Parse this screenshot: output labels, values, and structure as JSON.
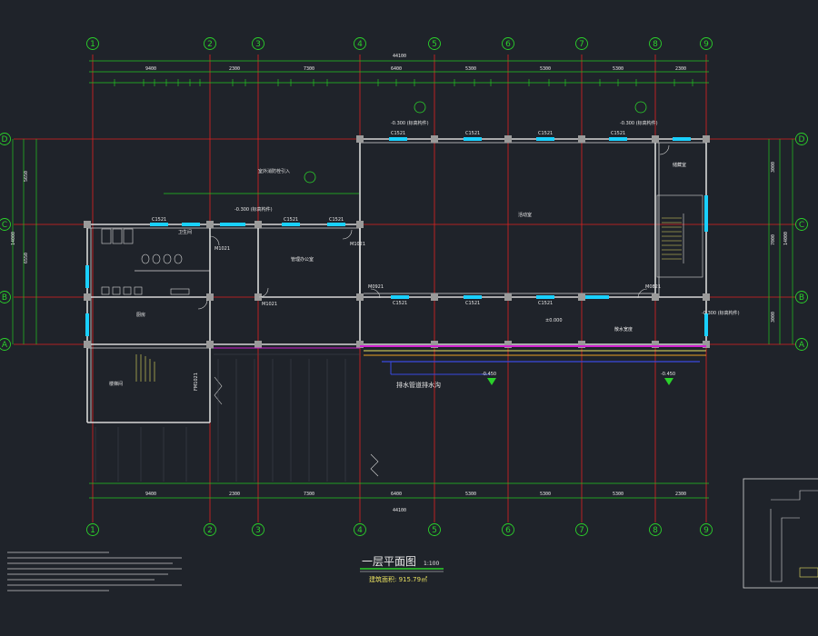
{
  "axes_x": [
    "1",
    "2",
    "3",
    "4",
    "5",
    "6",
    "7",
    "8",
    "9"
  ],
  "axes_y": [
    "D",
    "C",
    "B",
    "A"
  ],
  "total_width_label": "44100",
  "top_dims": [
    "9400",
    "2300",
    "7300",
    "6400",
    "5300",
    "5300",
    "5300",
    "2300"
  ],
  "bottom_dims": [
    "9400",
    "2300",
    "7300",
    "6400",
    "5300",
    "5300",
    "5300",
    "2300"
  ],
  "left_dims": [
    "5650",
    "14000",
    "6550"
  ],
  "right_dims": [
    "3000",
    "7000",
    "3000",
    "14000"
  ],
  "window_codes": [
    "C1521",
    "C1521",
    "C1521",
    "C1521",
    "C1521",
    "C1521",
    "C1521",
    "C1521",
    "C1521",
    "C1521"
  ],
  "door_codes": [
    "M1021",
    "M1021",
    "M1021",
    "M0921",
    "M0821",
    "FM1021"
  ],
  "elevations": [
    "-0.300 (标高构件)",
    "-0.300 (标高构件)",
    "-0.300 (标高构件)",
    "-0.300 (标高构件)",
    "±0.000",
    "-0.450",
    "-0.450"
  ],
  "room_labels": [
    "卫生间",
    "活动室",
    "储藏室",
    "管理办公室",
    "厨房",
    "楼梯间"
  ],
  "notes": [
    "室外消防栓引入",
    "散水宽度",
    "排水管道排水沟"
  ],
  "plan_title": "一层平面图",
  "plan_scale": "1:100",
  "area_label": "建筑面积: 915.79㎡",
  "colors": {
    "background": "#1f232a",
    "axis": "#2bd12b",
    "axis_line": "#e02020",
    "wall": "#d8d8d8",
    "window": "#19d0ff",
    "dim": "#22c722",
    "column": "#9a9a9a"
  }
}
